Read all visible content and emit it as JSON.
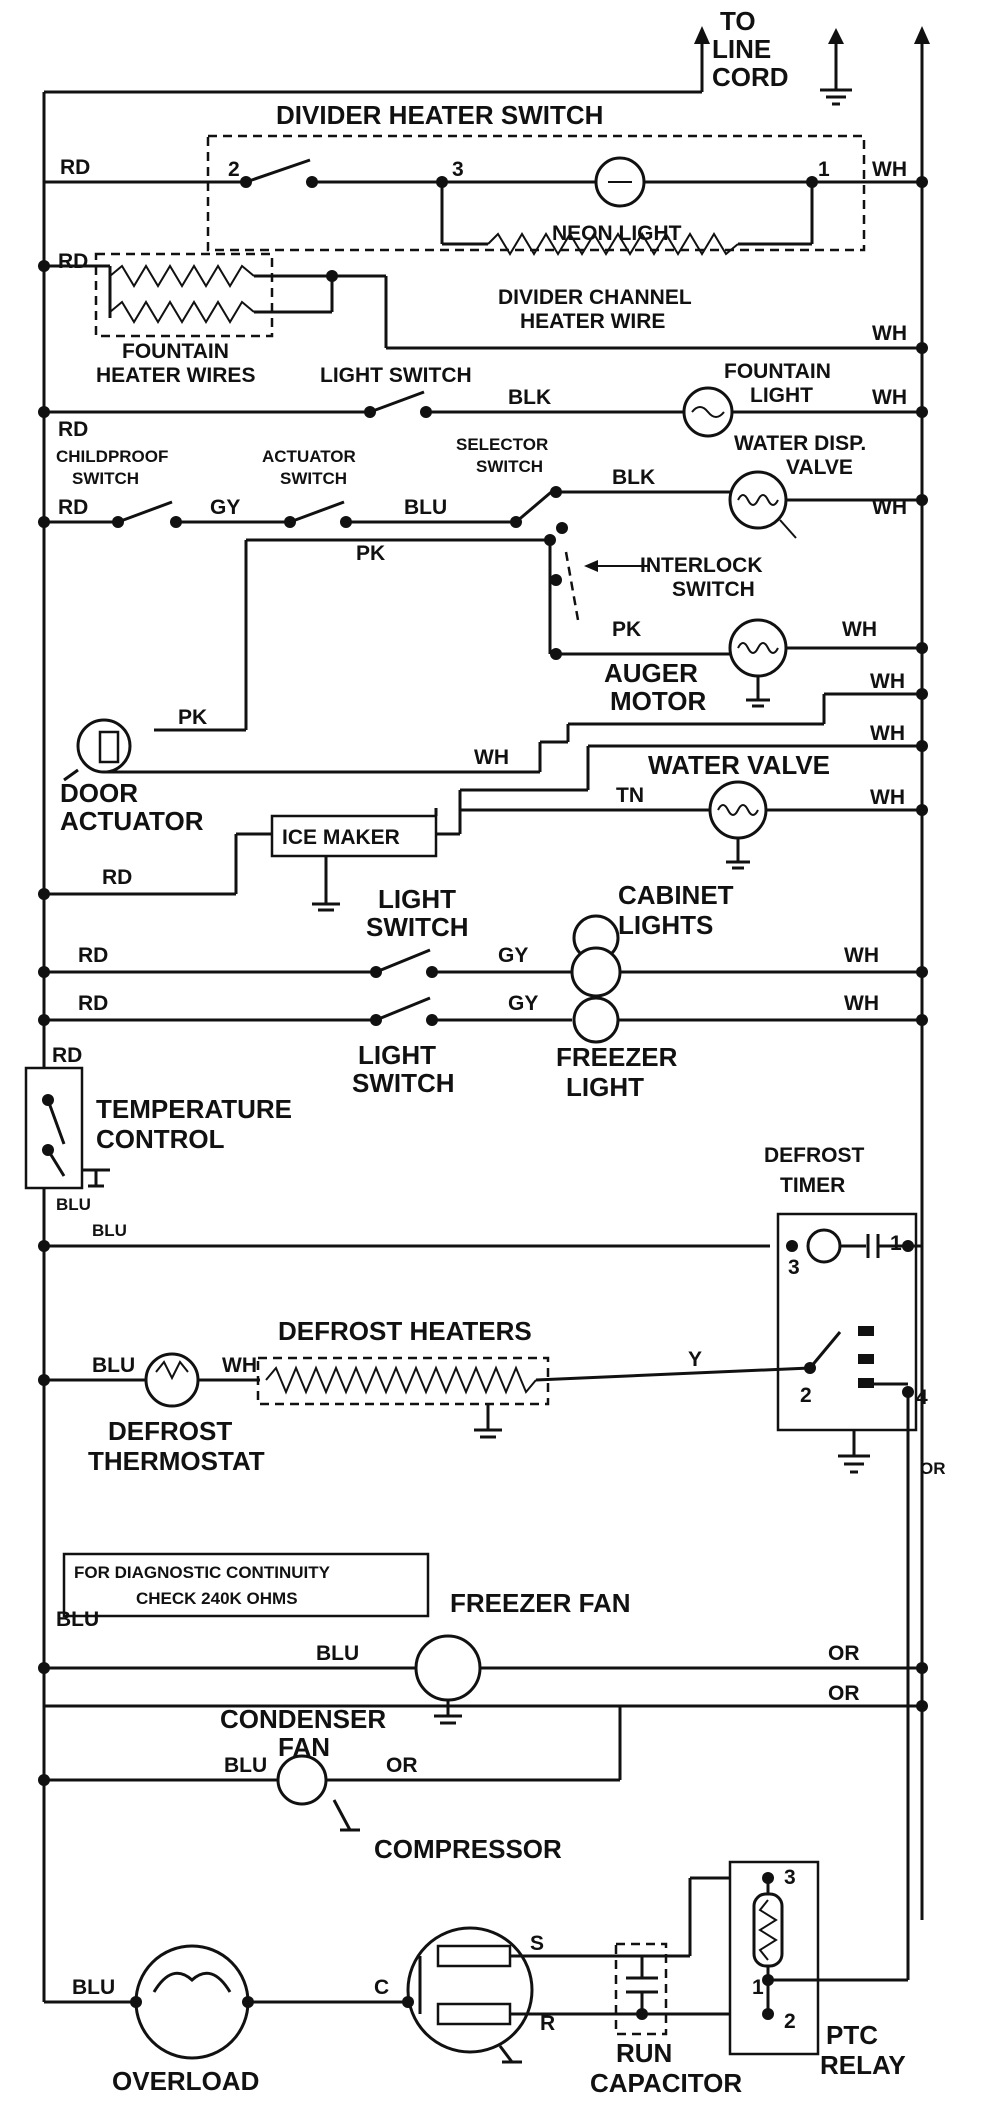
{
  "labels": {
    "to_line_cord": [
      "TO",
      "LINE",
      "CORD"
    ],
    "divider_heater_switch": "DIVIDER HEATER SWITCH",
    "terminal_1": "1",
    "terminal_2": "2",
    "terminal_3": "3",
    "terminal_4": "4",
    "neon_light": "NEON LIGHT",
    "divider_channel_heater_wire": [
      "DIVIDER CHANNEL",
      "HEATER WIRE"
    ],
    "fountain_heater_wires": [
      "FOUNTAIN",
      "HEATER WIRES"
    ],
    "light_switch": "LIGHT SWITCH",
    "fountain_light": [
      "FOUNTAIN",
      "LIGHT"
    ],
    "childproof_switch": [
      "CHILDPROOF",
      "SWITCH"
    ],
    "actuator_switch": [
      "ACTUATOR",
      "SWITCH"
    ],
    "selector_switch": [
      "SELECTOR",
      "SWITCH"
    ],
    "water_disp_valve": [
      "WATER DISP.",
      "VALVE"
    ],
    "interlock_switch": [
      "INTERLOCK",
      "SWITCH"
    ],
    "auger_motor": [
      "AUGER",
      "MOTOR"
    ],
    "door_actuator": [
      "DOOR",
      "ACTUATOR"
    ],
    "ice_maker": "ICE MAKER",
    "water_valve": "WATER VALVE",
    "light_switch_2": [
      "LIGHT",
      "SWITCH"
    ],
    "cabinet_lights": [
      "CABINET",
      "LIGHTS"
    ],
    "light_switch_3": [
      "LIGHT",
      "SWITCH"
    ],
    "freezer_light": [
      "FREEZER",
      "LIGHT"
    ],
    "temperature_control": [
      "TEMPERATURE",
      "CONTROL"
    ],
    "defrost_timer": [
      "DEFROST",
      "TIMER"
    ],
    "defrost_heaters": "DEFROST HEATERS",
    "defrost_thermostat": [
      "DEFROST",
      "THERMOSTAT"
    ],
    "diagnostic_note": [
      "FOR DIAGNOSTIC CONTINUITY",
      "CHECK 240K OHMS"
    ],
    "freezer_fan": "FREEZER FAN",
    "condenser_fan": [
      "CONDENSER",
      "FAN"
    ],
    "compressor": "COMPRESSOR",
    "overload": "OVERLOAD",
    "run_capacitor": [
      "RUN",
      "CAPACITOR"
    ],
    "ptc_relay": [
      "PTC",
      "RELAY"
    ],
    "terminal_s": "S",
    "terminal_r": "R",
    "terminal_c": "C"
  },
  "wire_codes": {
    "rd": "RD",
    "wh": "WH",
    "blk": "BLK",
    "gy": "GY",
    "blu": "BLU",
    "pk": "PK",
    "tn": "TN",
    "y": "Y",
    "or": "OR"
  },
  "colors": {
    "ink": "#111111",
    "paper": "#ffffff"
  }
}
